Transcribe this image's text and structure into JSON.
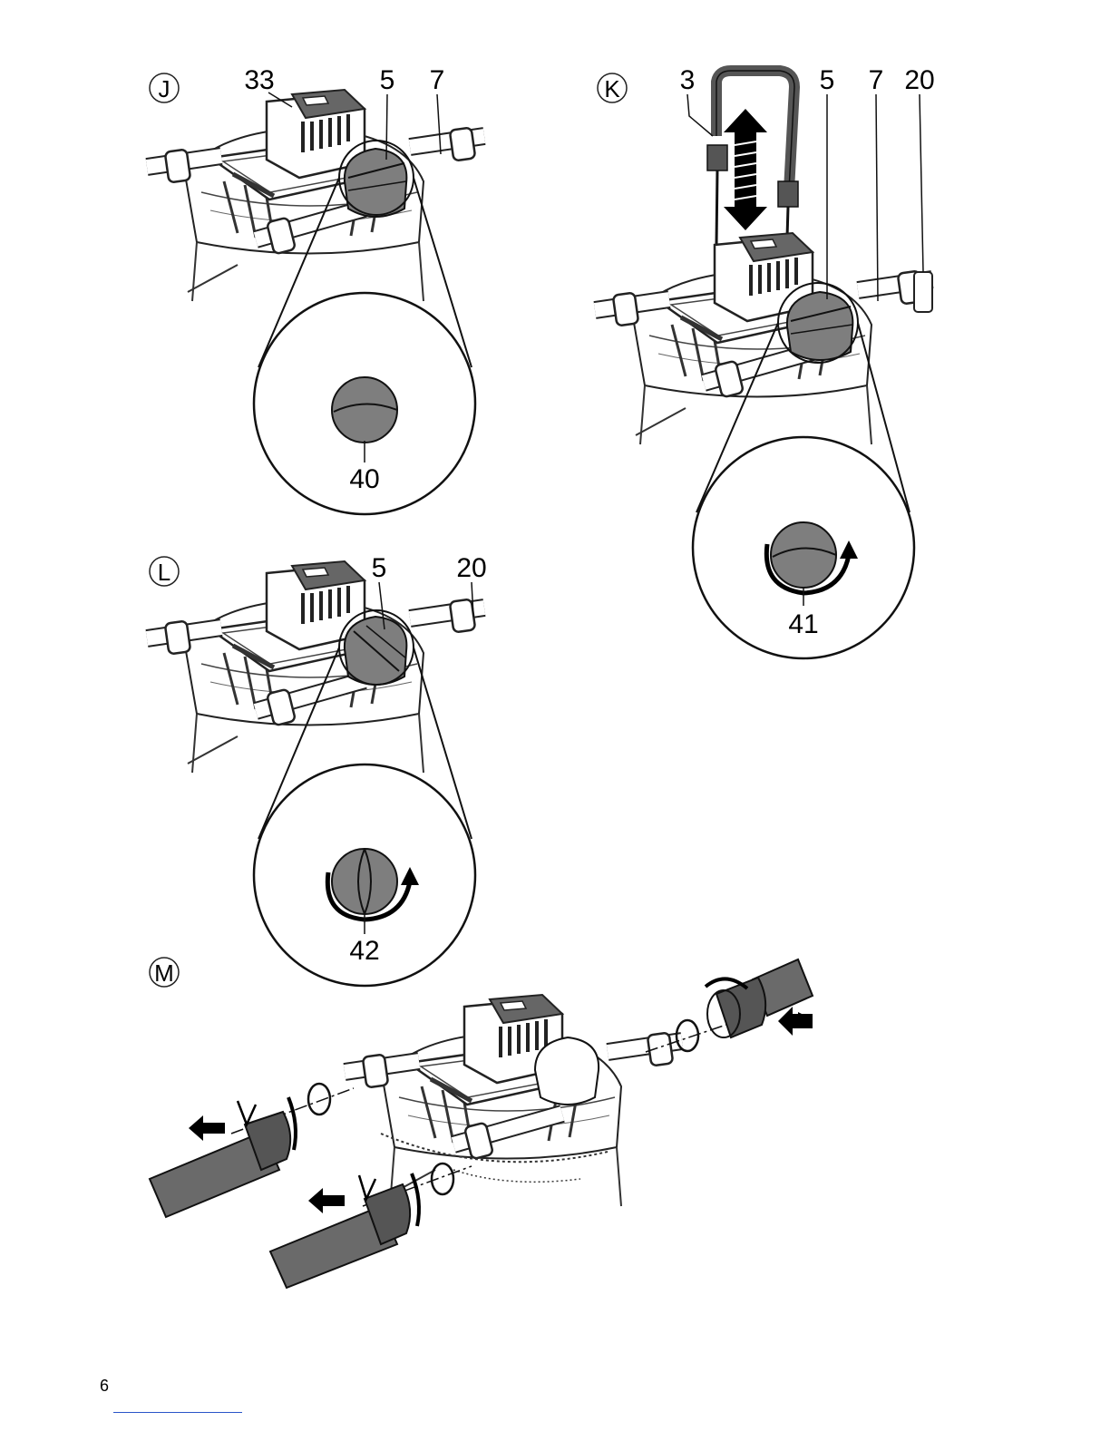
{
  "page_number": "6",
  "colors": {
    "knob": "#7e7e7e",
    "battery": "#676767",
    "hose": "#6a6a6a",
    "handle": "#555555",
    "footer_line": "#2a55c9"
  },
  "panels": {
    "J": {
      "label": "J",
      "callouts": [
        "33",
        "5",
        "7"
      ],
      "detail": "40"
    },
    "K": {
      "label": "K",
      "callouts": [
        "3",
        "5",
        "7",
        "20"
      ],
      "detail": "41"
    },
    "L": {
      "label": "L",
      "callouts": [
        "5",
        "20"
      ],
      "detail": "42"
    },
    "M": {
      "label": "M"
    }
  }
}
